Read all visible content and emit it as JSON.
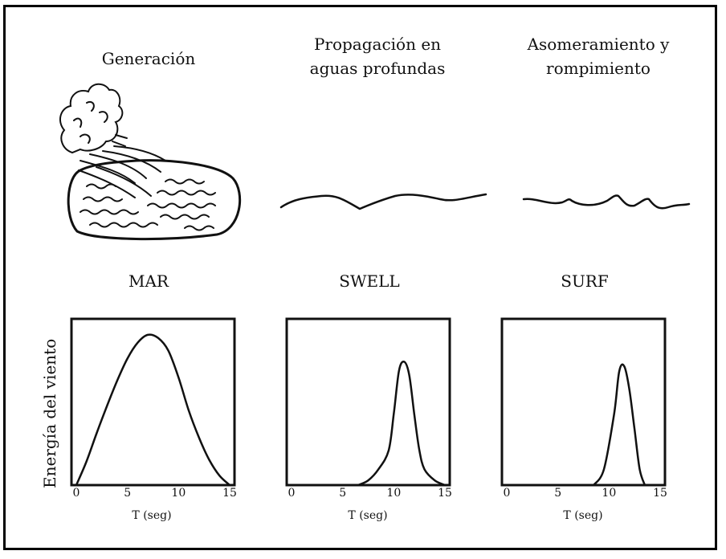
{
  "headings": {
    "generation": "Generación",
    "propagation": "Propagación en\naguas profundas",
    "shoaling": "Asomeramiento y\nrompimiento"
  },
  "stages": {
    "mar": "MAR",
    "swell": "SWELL",
    "surf": "SURF"
  },
  "y_axis_label": "Energía del viento",
  "chart_data": [
    {
      "type": "line",
      "title": "MAR",
      "xlabel": "T (seg)",
      "ylabel": "Energía del viento",
      "xlim": [
        0,
        15
      ],
      "xticks": [
        "0",
        "5",
        "10",
        "15"
      ],
      "x": [
        0,
        1,
        2,
        3,
        4,
        5,
        6,
        7,
        8,
        9,
        10,
        11,
        12,
        13,
        14,
        15
      ],
      "y": [
        0.0,
        0.15,
        0.33,
        0.5,
        0.66,
        0.8,
        0.9,
        0.95,
        0.93,
        0.85,
        0.68,
        0.47,
        0.3,
        0.16,
        0.06,
        0.0
      ]
    },
    {
      "type": "line",
      "title": "SWELL",
      "xlabel": "T (seg)",
      "xlim": [
        0,
        15
      ],
      "xticks": [
        "0",
        "5",
        "10",
        "15"
      ],
      "x": [
        6.5,
        7.5,
        8.5,
        9.5,
        10,
        10.5,
        11,
        11.5,
        12,
        12.5,
        13,
        14,
        15
      ],
      "y": [
        0.0,
        0.03,
        0.1,
        0.22,
        0.45,
        0.72,
        0.78,
        0.7,
        0.45,
        0.22,
        0.1,
        0.03,
        0.0
      ]
    },
    {
      "type": "line",
      "title": "SURF",
      "xlabel": "T (seg)",
      "xlim": [
        0,
        15
      ],
      "xticks": [
        "0",
        "5",
        "10",
        "15"
      ],
      "x": [
        8.5,
        9.5,
        10.5,
        11,
        11.5,
        12,
        12.5,
        13,
        13.5
      ],
      "y": [
        0.0,
        0.1,
        0.45,
        0.72,
        0.75,
        0.6,
        0.35,
        0.1,
        0.0
      ]
    }
  ]
}
